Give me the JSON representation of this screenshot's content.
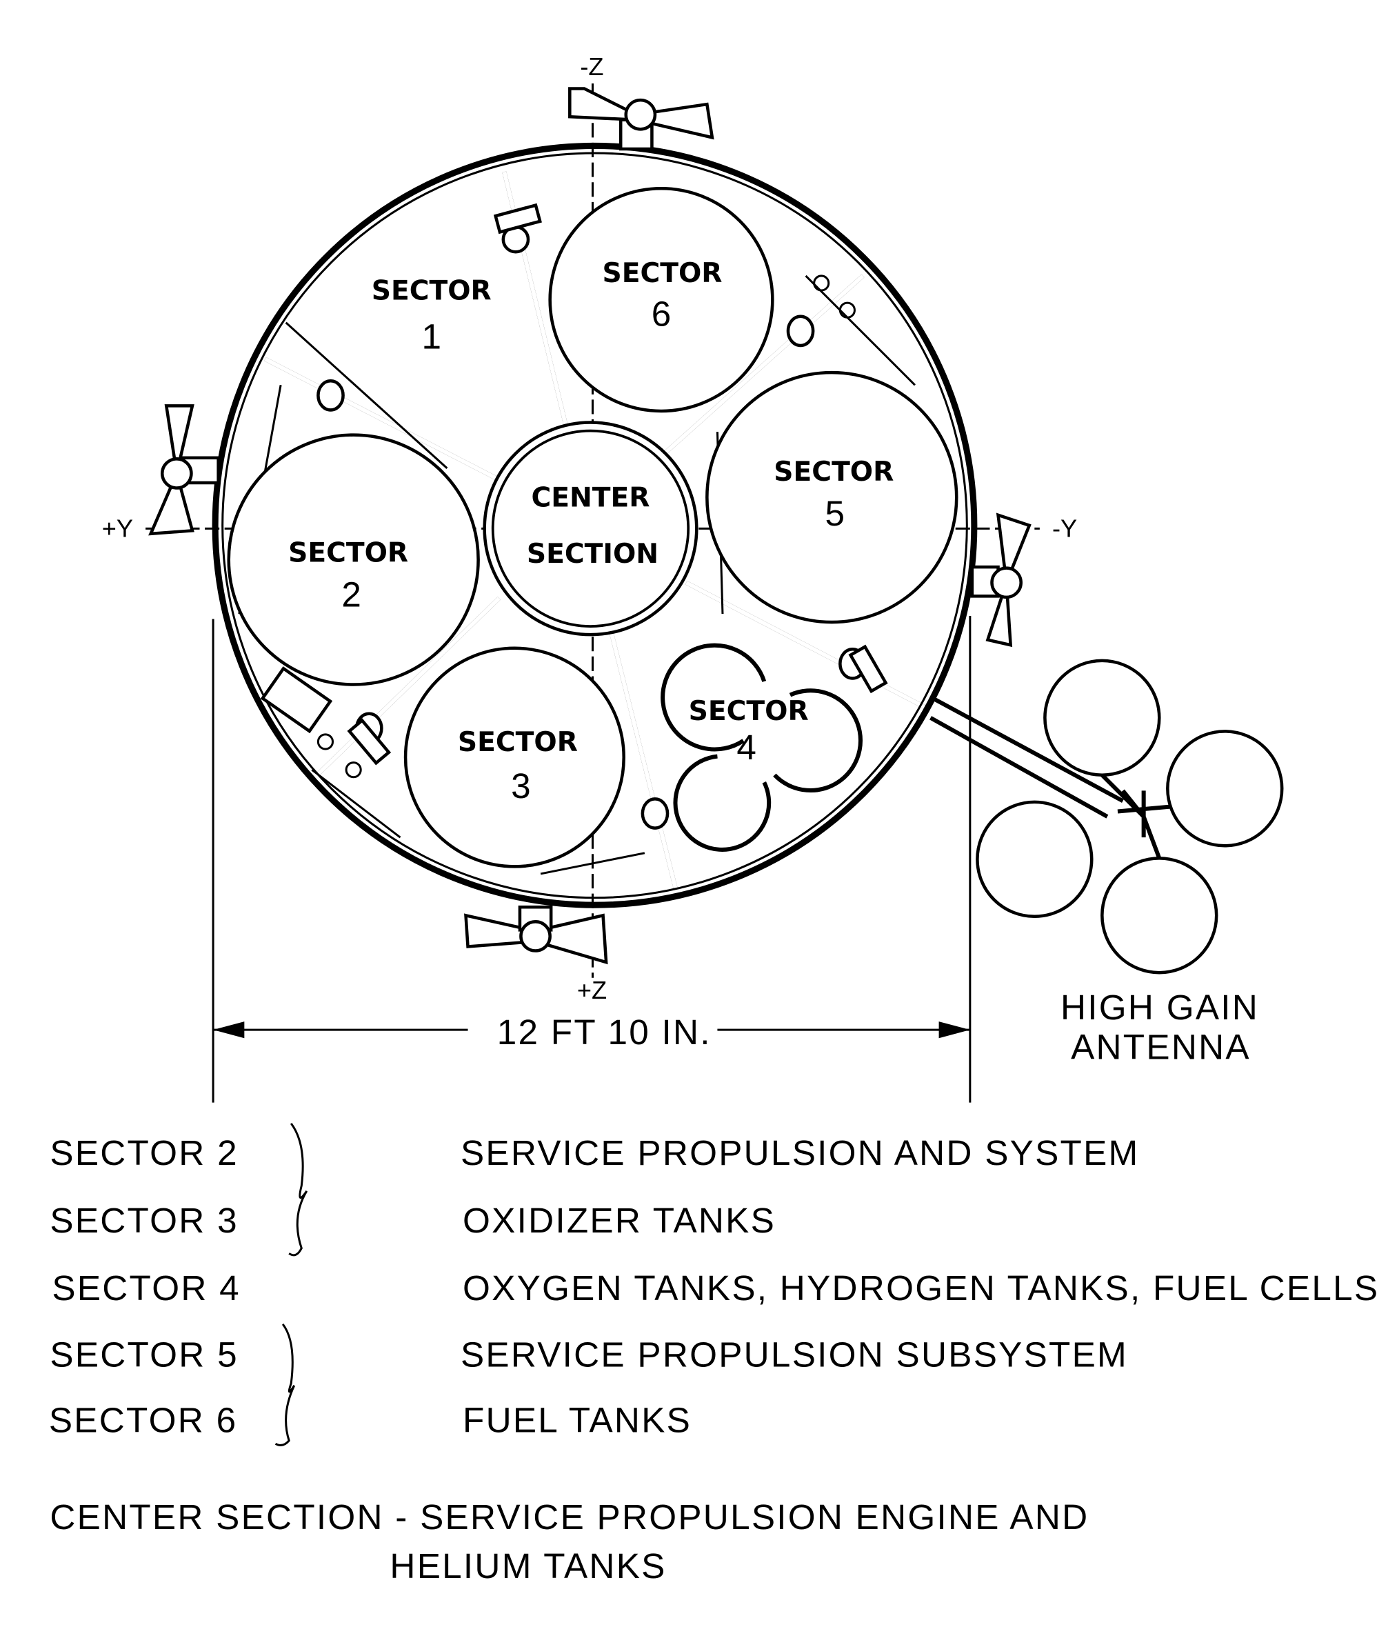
{
  "diagram": {
    "axes": {
      "minus_z": "-Z",
      "plus_z": "+Z",
      "plus_y": "+Y",
      "minus_y": "-Y"
    },
    "sectors": [
      {
        "label": "SECTOR",
        "number": "1"
      },
      {
        "label": "SECTOR",
        "number": "2"
      },
      {
        "label": "SECTOR",
        "number": "3"
      },
      {
        "label": "SECTOR",
        "number": "4"
      },
      {
        "label": "SECTOR",
        "number": "5"
      },
      {
        "label": "SECTOR",
        "number": "6"
      }
    ],
    "center": {
      "line1": "CENTER",
      "line2": "SECTION"
    },
    "dimension": "12 FT 10 IN.",
    "antenna": {
      "line1": "HIGH GAIN",
      "line2": "ANTENNA"
    }
  },
  "legend": {
    "rows": [
      {
        "sector": "SECTOR 2",
        "desc": "SERVICE PROPULSION AND SYSTEM"
      },
      {
        "sector": "SECTOR 3",
        "desc": "OXIDIZER TANKS"
      },
      {
        "sector": "SECTOR 4",
        "desc": "OXYGEN TANKS, HYDROGEN TANKS, FUEL CELLS"
      },
      {
        "sector": "SECTOR 5",
        "desc": "SERVICE PROPULSION SUBSYSTEM"
      },
      {
        "sector": "SECTOR 6",
        "desc": "FUEL TANKS"
      }
    ],
    "center_line1": "CENTER SECTION - SERVICE PROPULSION ENGINE AND",
    "center_line2": "HELIUM TANKS"
  }
}
